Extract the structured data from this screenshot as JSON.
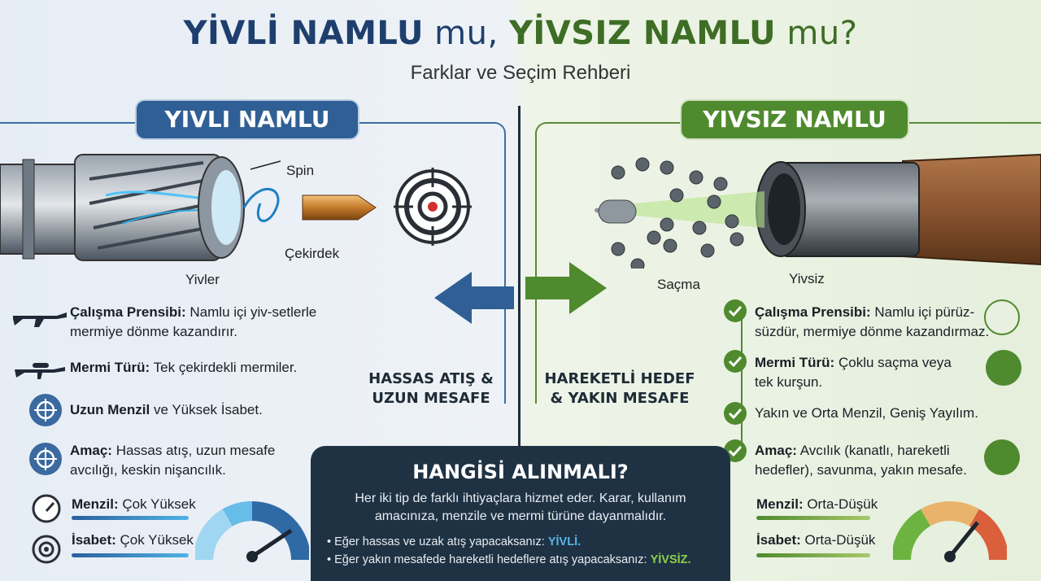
{
  "header": {
    "title_part1": "YİVLİ NAMLU",
    "title_part2": " mu, ",
    "title_part3": "YİVSIZ NAMLU",
    "title_part4": " mu?",
    "subtitle": "Farklar ve Seçim Rehberi"
  },
  "left": {
    "badge": "YIVLI NAMLU",
    "label_spin": "Spin",
    "label_bullet": "Çekirdek",
    "label_grooves": "Yivler",
    "middle_text_line1": "HASSAS ATIŞ &",
    "middle_text_line2": "UZUN MESAFE",
    "features": [
      {
        "bold": "Çalışma Prensibi:",
        "text": " Namlu içi yiv-setlerle",
        "text2": "mermiye dönme kazandırır."
      },
      {
        "bold": "Mermi Türü:",
        "text": " Tek çekirdekli mermiler."
      },
      {
        "bold": "Uzun Menzil",
        "text": " ve Yüksek İsabet."
      },
      {
        "bold": "Amaç:",
        "text": " Hassas atış, uzun mesafe",
        "text2": "avcılığı, keskin nişancılık."
      }
    ],
    "range": {
      "bold": "Menzil:",
      "text": " Çok Yüksek"
    },
    "accuracy": {
      "bold": "İsabet:",
      "text": " Çok Yüksek"
    },
    "accent": "#2f5f94"
  },
  "right": {
    "badge": "YIVSIZ NAMLU",
    "label_shot": "Saçma",
    "label_smooth": "Yivsiz",
    "middle_text_line1": "HAREKETLİ HEDEF",
    "middle_text_line2": "& YAKIN MESAFE",
    "features": [
      {
        "bold": "Çalışma Prensibi:",
        "text": " Namlu içi pürüz-",
        "text2": "süzdür, mermiye dönme kazandırmaz."
      },
      {
        "bold": "Mermi Türü:",
        "text": " Çoklu saçma veya",
        "text2": "tek kurşun."
      },
      {
        "bold": "",
        "text": "Yakın ve Orta Menzil, Geniş Yayılım."
      },
      {
        "bold": "Amaç:",
        "text": " Avcılık (kanatlı, hareketli",
        "text2": "hedefler), savunma, yakın mesafe."
      }
    ],
    "range": {
      "bold": "Menzil:",
      "text": " Orta-Düşük"
    },
    "accuracy": {
      "bold": "İsabet:",
      "text": " Orta-Düşük"
    },
    "accent": "#4f8a2e"
  },
  "summary": {
    "title": "HANGİSİ ALINMALI?",
    "text": "Her iki tip de farklı ihtiyaçlara hizmet eder. Karar, kullanım amacınıza, menzile ve mermi türüne dayanmalıdır.",
    "bullet1": "Eğer hassas ve uzak atış yapacaksanız: ",
    "bullet1_highlight": "YİVLİ.",
    "bullet2": "Eğer yakın mesafede hareketli hedeflere atış yapacaksanız: ",
    "bullet2_highlight": "YİVSİZ."
  }
}
